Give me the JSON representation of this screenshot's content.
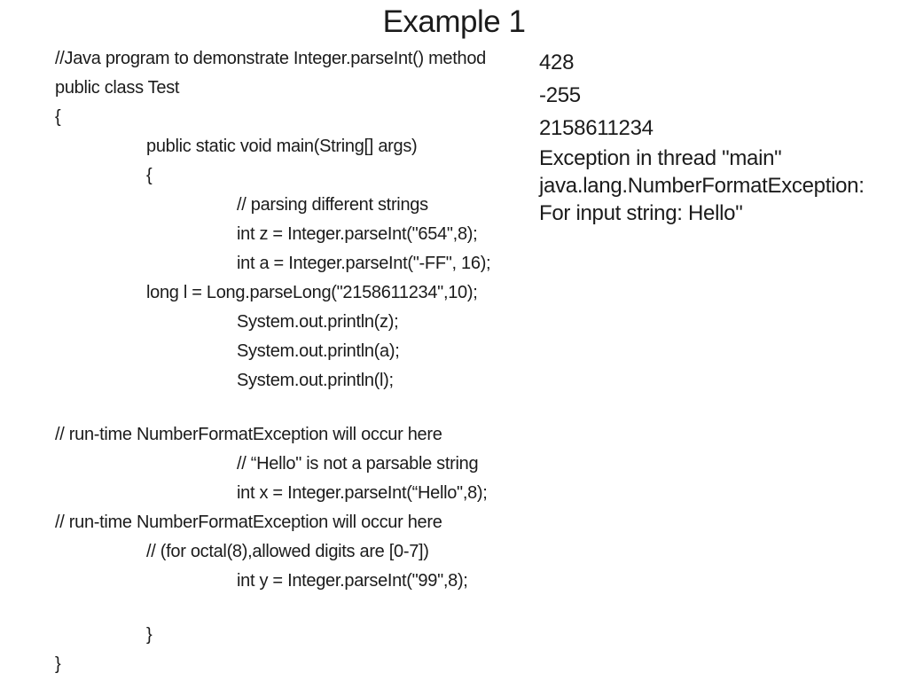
{
  "title": "Example 1",
  "code": {
    "lines": [
      {
        "indent": 0,
        "text": "//Java program to demonstrate Integer.parseInt() method"
      },
      {
        "indent": 0,
        "text": "public class Test"
      },
      {
        "indent": 0,
        "text": "{"
      },
      {
        "indent": 1,
        "text": "public static void main(String[] args)"
      },
      {
        "indent": 1,
        "text": "{"
      },
      {
        "indent": 2,
        "text": "// parsing different strings"
      },
      {
        "indent": 2,
        "text": "int z = Integer.parseInt(\"654\",8);"
      },
      {
        "indent": 2,
        "text": "int a = Integer.parseInt(\"-FF\", 16);"
      },
      {
        "indent": 1,
        "text": "long l = Long.parseLong(\"2158611234\",10);"
      },
      {
        "indent": 2,
        "text": "System.out.println(z);"
      },
      {
        "indent": 2,
        "text": "System.out.println(a);"
      },
      {
        "indent": 2,
        "text": "System.out.println(l);"
      },
      {
        "indent": 0,
        "text": ""
      },
      {
        "indent": 0,
        "text": "// run-time NumberFormatException will occur here"
      },
      {
        "indent": 2,
        "text": "// “Hello\" is not a parsable string"
      },
      {
        "indent": 2,
        "text": "int x = Integer.parseInt(“Hello\",8);"
      },
      {
        "indent": 0,
        "text": "// run-time NumberFormatException will occur here"
      },
      {
        "indent": 1,
        "text": "// (for octal(8),allowed digits are [0-7])"
      },
      {
        "indent": 2,
        "text": "int y = Integer.parseInt(\"99\",8);"
      },
      {
        "indent": 0,
        "text": ""
      },
      {
        "indent": 1,
        "text": "}"
      },
      {
        "indent": 0,
        "text": "}"
      }
    ]
  },
  "output": {
    "lines": [
      "428",
      "-255",
      "2158611234",
      "Exception in thread \"main\"",
      "java.lang.NumberFormatException:",
      "For input string: Hello\""
    ]
  },
  "colors": {
    "background": "#ffffff",
    "text": "#1b1b1b"
  }
}
